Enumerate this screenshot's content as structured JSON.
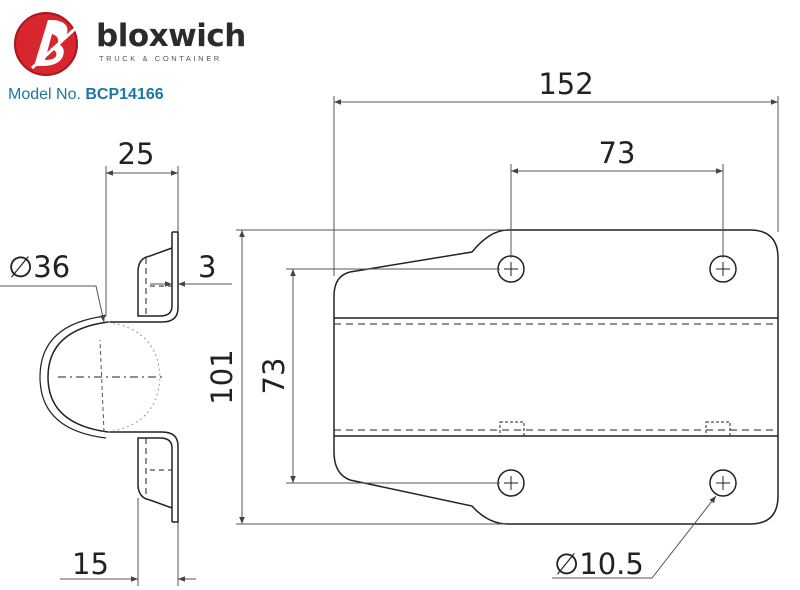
{
  "brand": {
    "name": "bloxwich",
    "tagline": "TRUCK & CONTAINER",
    "logo_color": "#d7262e"
  },
  "model": {
    "label": "Model No.",
    "number": "BCP14166",
    "color": "#1b77a6"
  },
  "dimensions": {
    "overall_length": "152",
    "hole_spacing_x": "73",
    "overall_width": "101",
    "hole_spacing_y": "73",
    "profile_width": "25",
    "thickness": "3",
    "pipe_diameter": "36",
    "flange_width": "15",
    "hole_diameter": "10.5",
    "diameter_symbol": "∅"
  }
}
